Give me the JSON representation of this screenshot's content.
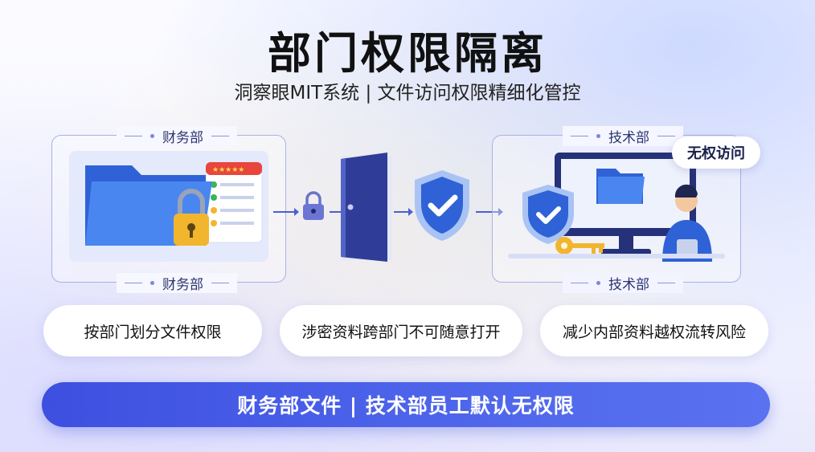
{
  "title": "部门权限隔离",
  "subtitle": "洞察眼MIT系统 | 文件访问权限精细化管控",
  "left_panel": {
    "label_top": "财务部",
    "label_bottom": "财务部"
  },
  "right_panel": {
    "label_top": "技术部",
    "label_bottom": "技术部",
    "bubble": "无权访问"
  },
  "features": [
    "按部门划分文件权限",
    "涉密资料跨部门不可随意打开",
    "减少内部资料越权流转风险"
  ],
  "banner": "财务部文件 | 技术部员工默认无权限",
  "colors": {
    "accent": "#4c63ea",
    "folder": "#3a6fe6",
    "lock": "#f2b52e",
    "door": "#2f3d99"
  },
  "icons": [
    "folder-icon",
    "lock-icon",
    "checklist-icon",
    "door-icon",
    "shield-check-icon",
    "monitor-icon",
    "key-icon",
    "user-icon",
    "arrow-icon"
  ]
}
